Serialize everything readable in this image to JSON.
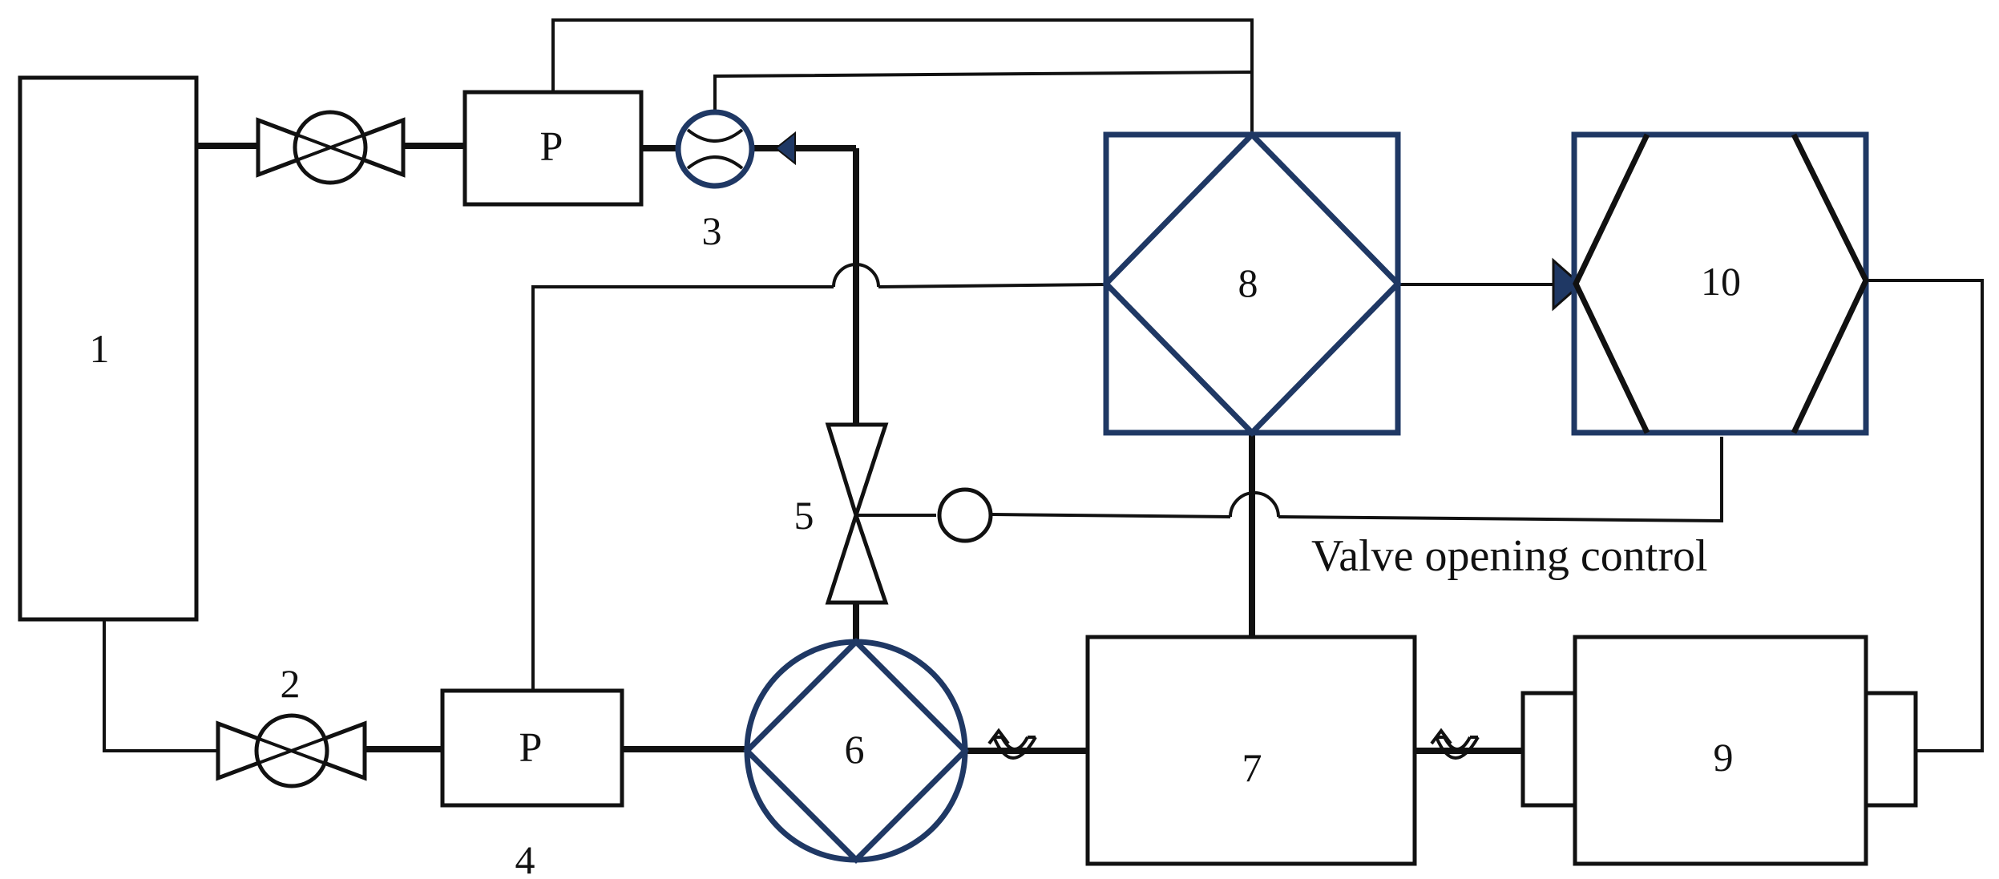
{
  "components": {
    "tank_label": "1",
    "valve_2_label": "2",
    "flowmeter_3_label": "3",
    "pressure_4_label": "4",
    "valve_5_label": "5",
    "pump_6_label": "6",
    "unit_7_label": "7",
    "exchanger_8_label": "8",
    "unit_9_label": "9",
    "exchanger_10_label": "10",
    "pressure_top_symbol": "P",
    "pressure_bottom_symbol": "P"
  },
  "annotations": {
    "valve_control_caption": "Valve opening control"
  },
  "colors": {
    "line": "#111111",
    "equipment_outline": "#1f3864"
  }
}
